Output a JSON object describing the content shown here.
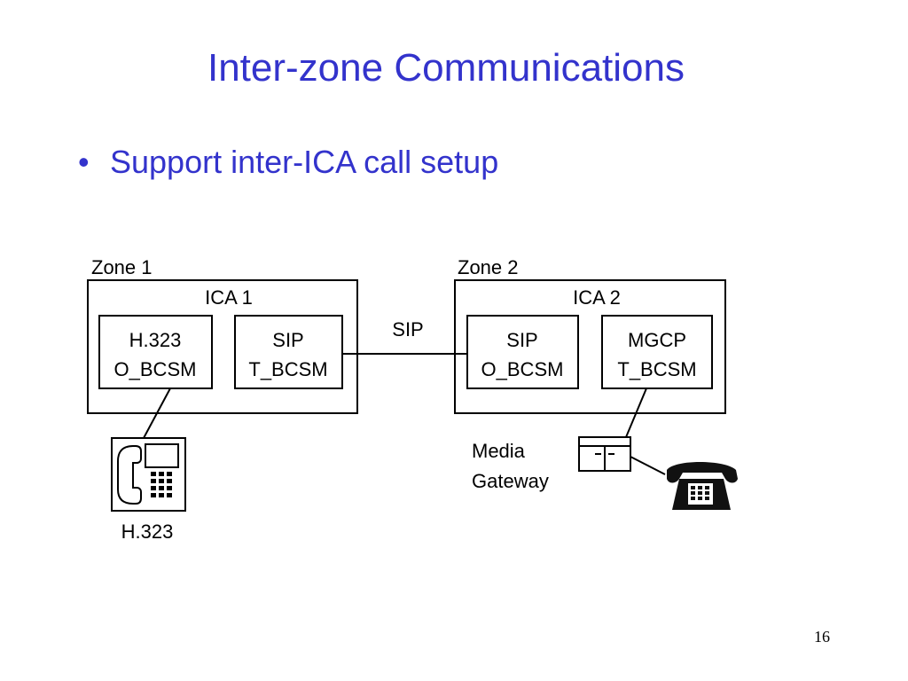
{
  "slide": {
    "title": "Inter-zone Communications",
    "bullets": [
      "Support inter-ICA call setup"
    ],
    "page_number": "16"
  },
  "zones": [
    {
      "label": "Zone 1",
      "ica": "ICA 1",
      "modules": [
        {
          "line1": "H.323",
          "line2": "O_BCSM"
        },
        {
          "line1": "SIP",
          "line2": "T_BCSM"
        }
      ]
    },
    {
      "label": "Zone 2",
      "ica": "ICA 2",
      "modules": [
        {
          "line1": "SIP",
          "line2": "O_BCSM"
        },
        {
          "line1": "MGCP",
          "line2": "T_BCSM"
        }
      ]
    }
  ],
  "link_label": "SIP",
  "devices": {
    "h323_terminal": {
      "label": "H.323",
      "icon": "desk-phone-icon"
    },
    "media_gateway": {
      "label_line1": "Media",
      "label_line2": "Gateway",
      "icon": "gateway-icon"
    },
    "telephone": {
      "icon": "telephone-icon"
    }
  },
  "colors": {
    "title": "#3333cc",
    "line": "#000000"
  }
}
